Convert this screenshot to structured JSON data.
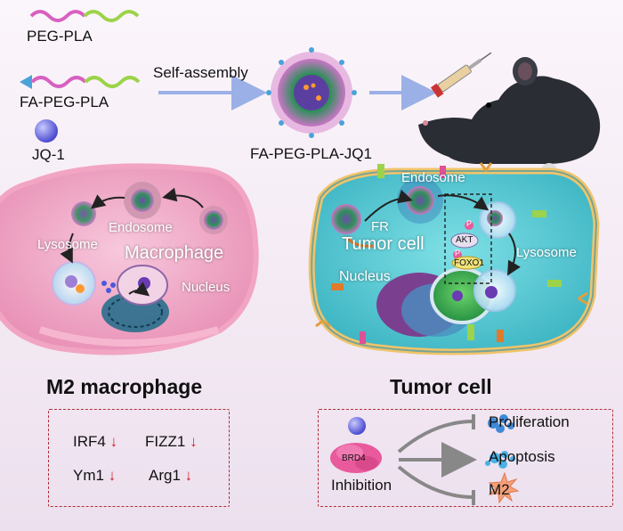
{
  "top": {
    "peg_pla": "PEG-PLA",
    "fa_peg_pla": "FA-PEG-PLA",
    "jq1": "JQ-1",
    "self_assembly": "Self-assembly",
    "product": "FA-PEG-PLA-JQ1"
  },
  "macrophage": {
    "endosome": "Endosome",
    "lysosome": "Lysosome",
    "cell": "Macrophage",
    "nucleus": "Nucleus",
    "title": "M2 macrophage",
    "markers": [
      {
        "name": "IRF4",
        "arrow": "↓"
      },
      {
        "name": "FIZZ1",
        "arrow": "↓"
      },
      {
        "name": "Ym1",
        "arrow": "↓"
      },
      {
        "name": "Arg1",
        "arrow": "↓"
      }
    ]
  },
  "tumor": {
    "endosome": "Endosome",
    "fr": "FR",
    "cell": "Tumor cell",
    "p1": "P",
    "akt": "AKT",
    "p2": "P",
    "foxo1": "FOXO1",
    "lysosome": "Lysosome",
    "nucleus": "Nucleus",
    "title": "Tumor cell",
    "brd4": "BRD4",
    "inhibition": "Inhibition",
    "effects": [
      "Proliferation",
      "Apoptosis",
      "M2"
    ]
  },
  "colors": {
    "green_strand": "#9cd34a",
    "pink_strand": "#d860c0",
    "blue_arrow": "#9bb0e6",
    "red_text": "#d0202a",
    "dash_box": "#b0303a"
  }
}
